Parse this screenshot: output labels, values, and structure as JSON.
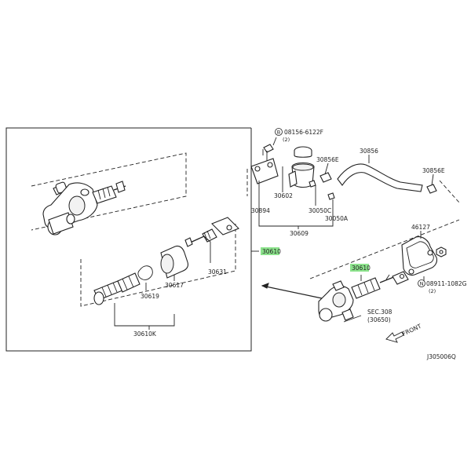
{
  "colors": {
    "highlight": "#7fe07f",
    "line": "#222222",
    "background": "#ffffff"
  },
  "labels": {
    "bolt_circled": "B",
    "bolt_part": "08156-6122F",
    "bolt_qty": "(2)",
    "cap_30856E_top": "30856E",
    "hose_30856": "30856",
    "clamp_30856E_right": "30856E",
    "reservoir_30602": "30602",
    "bracket_30894": "30894",
    "screw_30050C": "30050C",
    "seal_30050A": "30050A",
    "reservoir_assy_30609": "30609",
    "master_cyl_30610_callout": "30610",
    "master_cyl_30610_right": "30610",
    "rod_30631": "30631",
    "boot_30617": "30617",
    "ring_30619": "30619",
    "repair_kit_30610K": "30610K",
    "bracket_46127": "46127",
    "nut_circled": "N",
    "nut_part": "08911-1082G",
    "nut_qty": "(2)",
    "sec_ref_line1": "SEC.308",
    "sec_ref_line2": "(30650)",
    "front_label": "FRONT",
    "diagram_code": "J305006Q"
  }
}
